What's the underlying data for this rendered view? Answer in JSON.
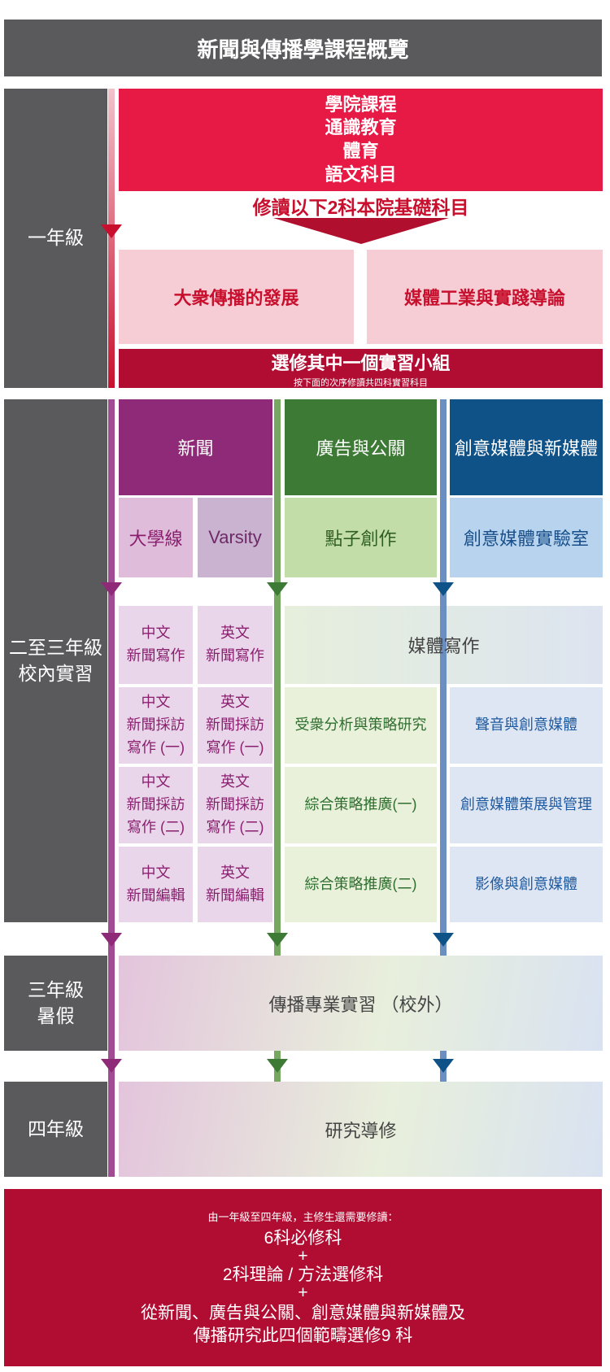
{
  "title": "新聞與傳播學課程概覽",
  "years": {
    "y1": "一年級",
    "y23": "二至三年級\n校內實習",
    "y3summer": "三年級\n暑假",
    "y4": "四年級"
  },
  "year1": {
    "core_courses": [
      "學院課程",
      "通識教育",
      "體育",
      "語文科目"
    ],
    "instruction": "修讀以下2科本院基礎科目",
    "foundation_courses": [
      "大衆傳播的發展",
      "媒體工業與實踐導論"
    ],
    "elective_title": "選修其中一個實習小組",
    "elective_sub": "按下面的次序修讀共四科實習科目"
  },
  "streams": {
    "journalism": {
      "header": "新聞",
      "sub": [
        "大學線",
        "Varsity"
      ],
      "courses": [
        [
          "中文\n新聞寫作",
          "英文\n新聞寫作"
        ],
        [
          "中文\n新聞採訪\n寫作 (一)",
          "英文\n新聞採訪\n寫作 (一)"
        ],
        [
          "中文\n新聞採訪\n寫作 (二)",
          "英文\n新聞採訪\n寫作 (二)"
        ],
        [
          "中文\n新聞編輯",
          "英文\n新聞編輯"
        ]
      ]
    },
    "advertising": {
      "header": "廣告與公關",
      "sub": "點子創作",
      "courses": [
        "受衆分析與策略研究",
        "綜合策略推廣(一)",
        "綜合策略推廣(二)"
      ]
    },
    "creative": {
      "header": "創意媒體與新媒體",
      "sub": "創意媒體實驗室",
      "courses": [
        "聲音與創意媒體",
        "創意媒體策展與管理",
        "影像與創意媒體"
      ]
    },
    "shared_course": "媒體寫作"
  },
  "year3_summer": "傳播專業實習 （校外）",
  "year4": "研究導修",
  "requirements": {
    "intro": "由一年級至四年級，主修生還需要修讀：",
    "lines": [
      "6科必修科",
      "+",
      "2科理論 / 方法選修科",
      "+",
      "從新聞、廣告與公關、創意媒體與新媒體及\n傳播研究此四個範疇選修9 科"
    ]
  },
  "colors": {
    "red": "#e71a46",
    "dark_red": "#b10c32",
    "journalism": "#8e2a78",
    "advertising": "#3d7a35",
    "creative": "#0f5288",
    "gray": "#5a5a5c"
  }
}
